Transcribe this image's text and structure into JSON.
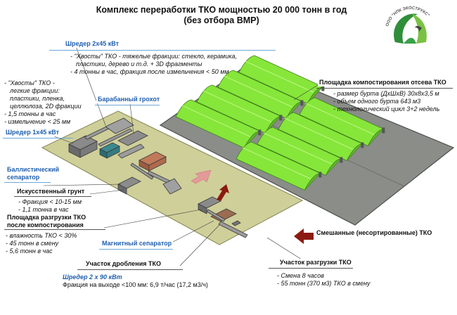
{
  "title": {
    "line1": "Комплекс переработки ТКО мощностью 20 000 тонн в год",
    "line2": "(без отбора ВМР)"
  },
  "logo": {
    "text": "ООО \"НПК ЭКОСТРУКС\""
  },
  "colors": {
    "platform": "#cfcf9a",
    "compost_pad": "#8a8d88",
    "windrow": "#86e63a",
    "blue_label": "#1f5fb0",
    "arrow": "#8b1a12"
  },
  "labels": {
    "shredder_2x45": "Шредер 2х45 кВт",
    "tails_heavy": "- \"Хвосты\" ТКО - тяжелые фракции: стекло, керамика,",
    "tails_heavy2": "пластики, дерево и т.д. + 3D фрагменты",
    "tails_heavy3": "- 4 тонны в час, фракция после измельчения < 50 мм",
    "tails_light": [
      "- \"Хвосты\" ТКО -",
      "легкие фракции:",
      "пластики, пленка,",
      "целлюлоза, 2D фракции",
      "- 1,5 тонны в час",
      "- измельчение < 25 мм"
    ],
    "shredder_1x45": "Шредер 1х45 кВт",
    "drum_screen": "Барабанный грохот",
    "ballistic": [
      "Баллистический",
      "сепаратор"
    ],
    "artificial_soil": "Искусственный грунт",
    "soil_props": [
      "- Фракция < 10-15 мм",
      "- 1,1 тонна в час"
    ],
    "unload_compost": [
      "Площадка разгрузки ТКО",
      "после компостирования"
    ],
    "compost_props": [
      "- влажность ТКО < 30%",
      "- 45 тонн в смену",
      "- 5,6 тонн в час"
    ],
    "magnetic": "Магнитный сепаратор",
    "crushing_site": "Участок дробления ТКО",
    "shredder_2x90": "Шредер 2 х 90 кВт",
    "fraction_out": "Фракция на выходе <100 мм:  6,9 т/час (17,2 м3/ч)",
    "compost_pad": "Площадка  компостирования отсева ТКО",
    "compost_props2": [
      "- размер бурта (ДхШхВ) 30х8х3,5 м",
      "- объем одного бурта 643 м3",
      "- технологический цикл 3+2 недель"
    ],
    "mixed_tko": "Смешанные (несортированные) ТКО",
    "unload_site": "Участок разгрузки ТКО",
    "unload_props": [
      "- Смена 8 часов",
      "- 55 тонн (370 м3) ТКО в смену"
    ]
  }
}
